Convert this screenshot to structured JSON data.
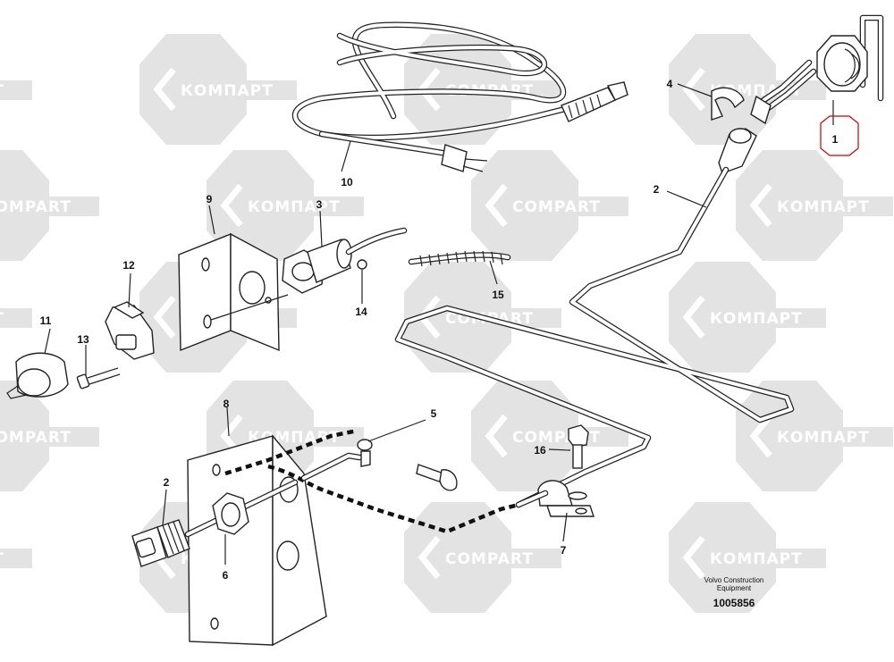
{
  "watermark": {
    "text_cyrillic": "КОМПАРТ",
    "text_latin": "COMPART",
    "tile_color": "#e3e3e3"
  },
  "callouts": [
    {
      "id": "1",
      "highlighted": true
    },
    {
      "id": "2"
    },
    {
      "id": "2"
    },
    {
      "id": "3"
    },
    {
      "id": "4"
    },
    {
      "id": "5"
    },
    {
      "id": "6"
    },
    {
      "id": "7"
    },
    {
      "id": "8"
    },
    {
      "id": "9"
    },
    {
      "id": "10"
    },
    {
      "id": "11"
    },
    {
      "id": "12"
    },
    {
      "id": "13"
    },
    {
      "id": "14"
    },
    {
      "id": "15"
    },
    {
      "id": "16"
    }
  ],
  "highlight_color": "#cc0000",
  "credit": {
    "line1": "Volvo Construction",
    "line2": "Equipment",
    "number": "1005856"
  }
}
